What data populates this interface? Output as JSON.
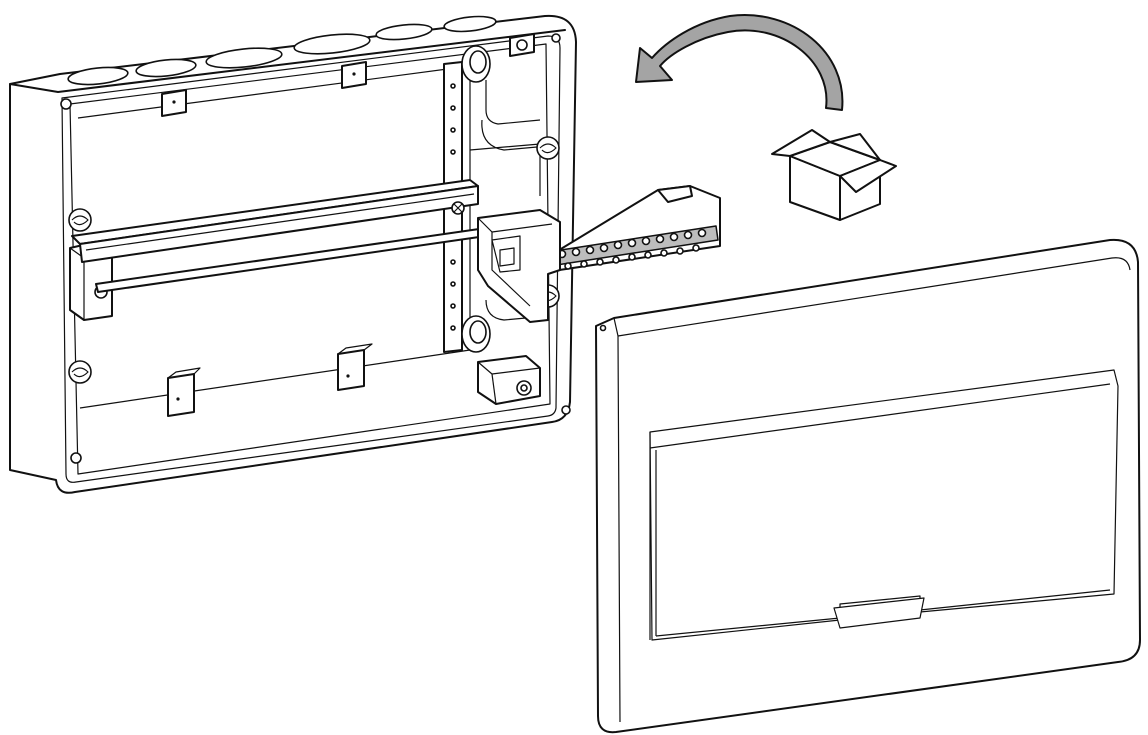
{
  "figure": {
    "parts": [
      "enclosure-base",
      "din-rail",
      "terminal-block",
      "front-cover",
      "rotate-arrow",
      "box-icon"
    ]
  },
  "colors": {
    "stroke": "#111111",
    "background": "#ffffff",
    "arrow_fill": "#9e9e9e",
    "shade": "#bdbdbd"
  }
}
